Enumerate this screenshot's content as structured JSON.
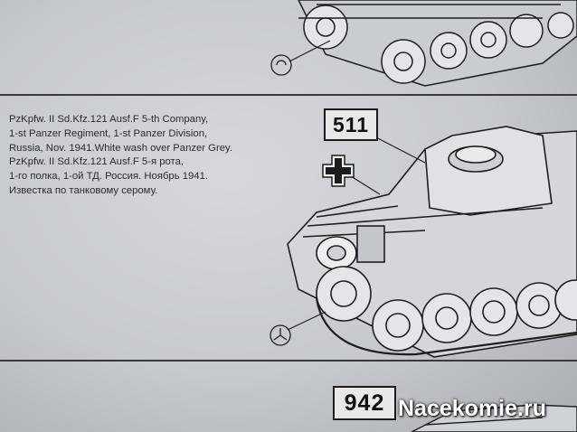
{
  "caption": {
    "lines": [
      "PzKpfw. II Sd.Kfz.121 Ausf.F 5-th Company,",
      "1-st Panzer Regiment, 1-st Panzer Division,",
      "Russia, Nov. 1941.White wash over Panzer Grey.",
      "PzKpfw. II Sd.Kfz.121 Ausf.F 5-я рота,",
      "1-го полка, 1-ой ТД. Россия. Ноябрь 1941.",
      "Известка по танковому серому."
    ]
  },
  "vehicle_numbers": {
    "main": "511",
    "next": "942"
  },
  "watermark": "Nacekomie.ru",
  "icons": [
    "balkenkreuz-icon",
    "wheel-hub-callout-icon",
    "tank-illustration"
  ],
  "colors": {
    "paper": "#d2d4d8",
    "ink": "#1c1c1e",
    "watermark": "#ffffff"
  }
}
